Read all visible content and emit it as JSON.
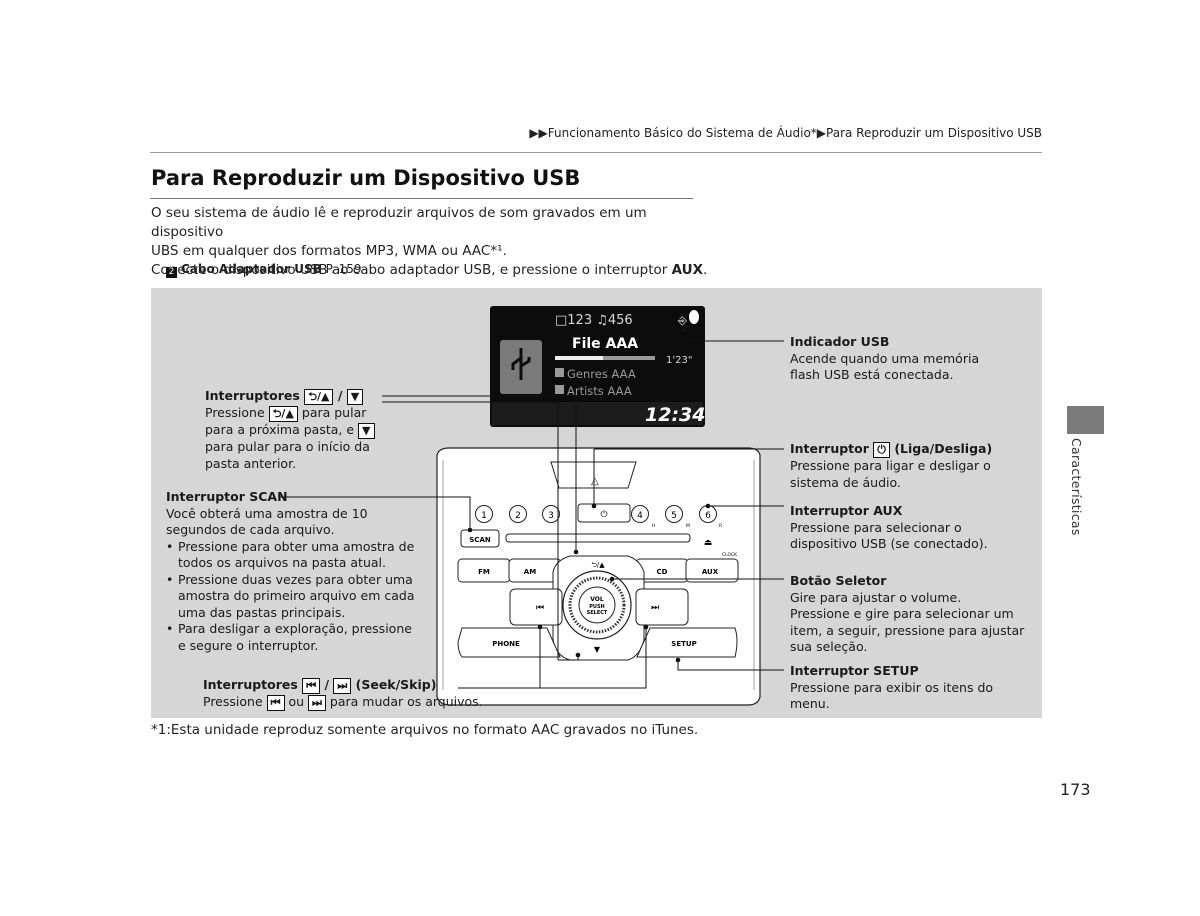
{
  "header": {
    "breadcrumb": "▶▶Funcionamento Básico do Sistema de Áudio*▶Para Reproduzir um Dispositivo USB"
  },
  "page": {
    "title": "Para Reproduzir um Dispositivo USB",
    "intro_line1": "O seu sistema de áudio lê e reproduzir arquivos de som gravados em um dispositivo",
    "intro_line2": "UBS em qualquer dos formatos MP3, WMA ou AAC*¹.",
    "intro_line3_pre": "Conecte o dispositivo USB ao cabo adaptador USB, e pressione o interruptor ",
    "intro_line3_bold": "AUX",
    "intro_line3_post": ".",
    "xref_icon": "2",
    "xref_label": "Cabo Adaptador USB",
    "xref_page": " P. 159",
    "footnote": "*1:Esta unidade reproduz somente arquivos no formato AAC gravados no iTunes.",
    "page_number": "173",
    "side_tab": "Características"
  },
  "display": {
    "folder_track": "□123 ♫456",
    "file": "File AAA",
    "time_elapsed": "1'23\"",
    "genre": "Genres AAA",
    "artist": "Artists AAA",
    "clock": "12:34"
  },
  "unit": {
    "presets": [
      "1",
      "2",
      "3",
      "4",
      "5",
      "6"
    ],
    "power_symbol": "⏻",
    "scan": "SCAN",
    "fm": "FM",
    "am": "AM",
    "cd": "CD",
    "aux": "AUX",
    "phone": "PHONE",
    "setup": "SETUP",
    "folder_up": "⮌/▲",
    "folder_down": "▼",
    "seek_back": "⏮",
    "seek_fwd": "⏭",
    "knob_line1": "VOL",
    "knob_line2": "PUSH",
    "knob_line3": "SELECT",
    "eject": "⏏",
    "clock_label": "CLOCK",
    "small_labels": [
      "H",
      "M",
      "R"
    ]
  },
  "callouts": {
    "usb_indicator": {
      "title": "Indicador USB",
      "l1": "Acende quando uma memória",
      "l2": "flash USB está conectada."
    },
    "folder": {
      "title_pre": "Interruptores ",
      "key1": "⮌/▲",
      "sep": " / ",
      "key2": "▼",
      "l1_pre": "Pressione ",
      "l1_key": "⮌/▲",
      "l1_post": " para pular",
      "l2_pre": "para a próxima pasta, e ",
      "l2_key": "▼",
      "l3": "para pular para o início da",
      "l4": "pasta anterior."
    },
    "power": {
      "title_pre": "Interruptor ",
      "key": "⏻",
      "title_post": " (Liga/Desliga)",
      "l1": "Pressione para ligar e desligar o",
      "l2": "sistema de áudio."
    },
    "scan": {
      "title": "Interruptor SCAN",
      "l1": "Você obterá uma amostra de 10",
      "l2": "segundos de cada arquivo.",
      "b1a": "Pressione para obter uma amostra de",
      "b1b": "todos os arquivos na pasta atual.",
      "b2a": "Pressione duas vezes para obter uma",
      "b2b": "amostra do primeiro arquivo em cada",
      "b2c": "uma das pastas principais.",
      "b3a": "Para desligar a exploração, pressione",
      "b3b": "e segure o interruptor."
    },
    "aux": {
      "title": "Interruptor AUX",
      "l1": "Pressione para selecionar o",
      "l2": "dispositivo USB (se conectado)."
    },
    "selector": {
      "title": "Botão Seletor",
      "l1": "Gire para ajustar o volume.",
      "l2": "Pressione e gire para selecionar um",
      "l3": "item, a seguir, pressione para ajustar",
      "l4": "sua seleção."
    },
    "setup": {
      "title": "Interruptor SETUP",
      "l1": "Pressione para exibir os itens do",
      "l2": "menu."
    },
    "seek": {
      "title_pre": "Interruptores ",
      "key1": "⏮",
      "sep": " / ",
      "key2": "⏭",
      "title_post": " (Seek/Skip)",
      "l1_pre": "Pressione ",
      "l1_key1": "⏮",
      "l1_mid": " ou ",
      "l1_key2": "⏭",
      "l1_post": " para mudar os arquivos."
    }
  }
}
